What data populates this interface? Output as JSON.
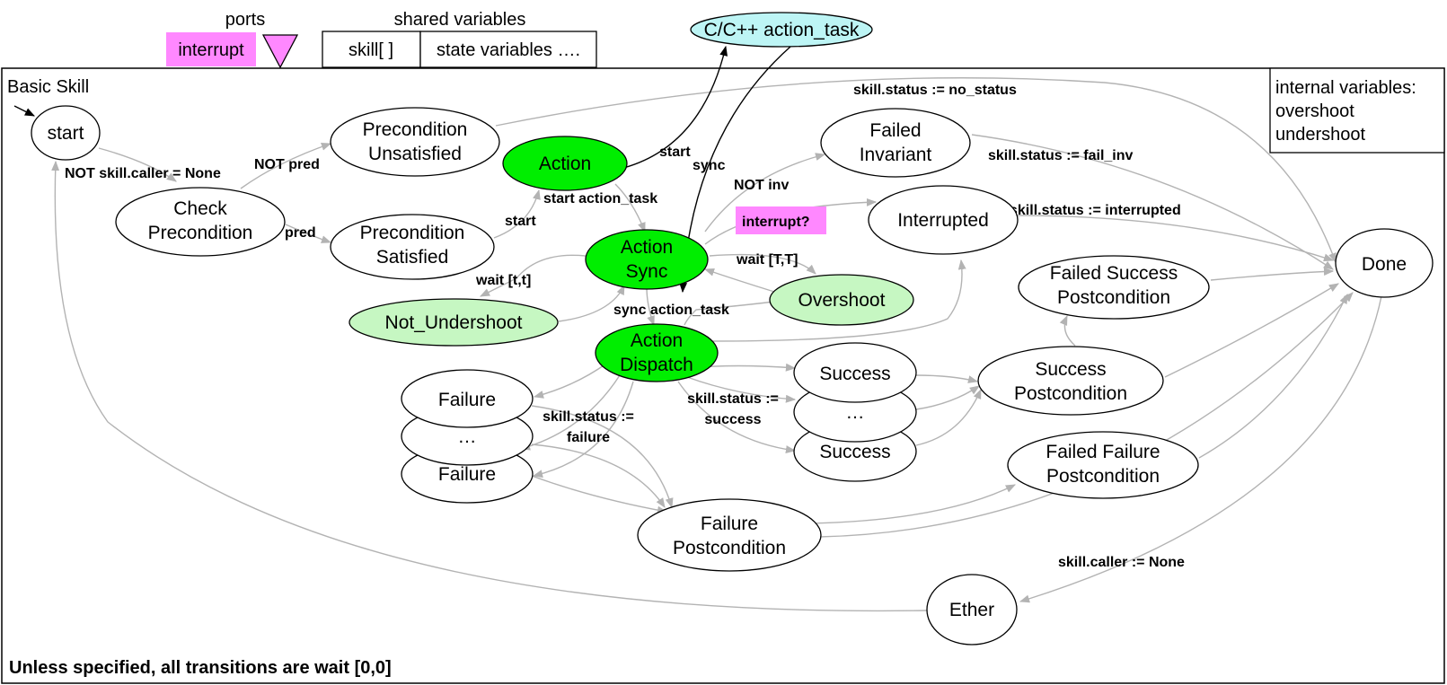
{
  "colors": {
    "action_green": "#00ee00",
    "light_green": "#c6f7c2",
    "task_cyan": "#bdf5f5",
    "port_pink": "#ff88ff",
    "edge_gray": "#b3b3b3"
  },
  "header": {
    "ports_title": "ports",
    "port_interrupt": "interrupt",
    "shared_title": "shared variables",
    "shared_skill": "skill[ ]",
    "shared_state": "state variables ….",
    "task_node": "C/C++ action_task"
  },
  "frame": {
    "title": "Basic Skill",
    "internal_line1": "internal variables:",
    "internal_line2": "overshoot",
    "internal_line3": "undershoot",
    "footer": "Unless specified, all transitions are wait [0,0]"
  },
  "nodes": {
    "start": "start",
    "check_pre_1": "Check",
    "check_pre_2": "Precondition",
    "pre_unsat_1": "Precondition",
    "pre_unsat_2": "Unsatisfied",
    "pre_sat_1": "Precondition",
    "pre_sat_2": "Satisfied",
    "action": "Action",
    "action_sync_1": "Action",
    "action_sync_2": "Sync",
    "not_undershoot": "Not_Undershoot",
    "overshoot": "Overshoot",
    "action_dispatch_1": "Action",
    "action_dispatch_2": "Dispatch",
    "failed_inv_1": "Failed",
    "failed_inv_2": "Invariant",
    "interrupted": "Interrupted",
    "failed_success_1": "Failed Success",
    "failed_success_2": "Postcondition",
    "success_post_1": "Success",
    "success_post_2": "Postcondition",
    "success_a": "Success",
    "success_dots": "…",
    "success_b": "Success",
    "failure_a": "Failure",
    "failure_dots": "…",
    "failure_b": "Failure",
    "failed_failure_1": "Failed Failure",
    "failed_failure_2": "Postcondition",
    "failure_post_1": "Failure",
    "failure_post_2": "Postcondition",
    "done": "Done",
    "ether": "Ether"
  },
  "edges": {
    "no_status": "skill.status := no_status",
    "not_caller_none": "NOT skill.caller = None",
    "not_pred": "NOT pred",
    "pred": "pred",
    "start_a": "start",
    "start_b": "start",
    "sync": "sync",
    "start_action_task": "start action_task",
    "not_inv": "NOT inv",
    "interrupt_q": "interrupt?",
    "fail_inv": "skill.status := fail_inv",
    "interrupted": "skill.status := interrupted",
    "wait_tt_upper": "wait [T,T]",
    "wait_tt_lower": "wait [t,t]",
    "sync_action_task": "sync action_task",
    "status_success_1": "skill.status :=",
    "status_success_2": "success",
    "status_failure_1": "skill.status :=",
    "status_failure_2": "failure",
    "caller_none": "skill.caller := None"
  }
}
